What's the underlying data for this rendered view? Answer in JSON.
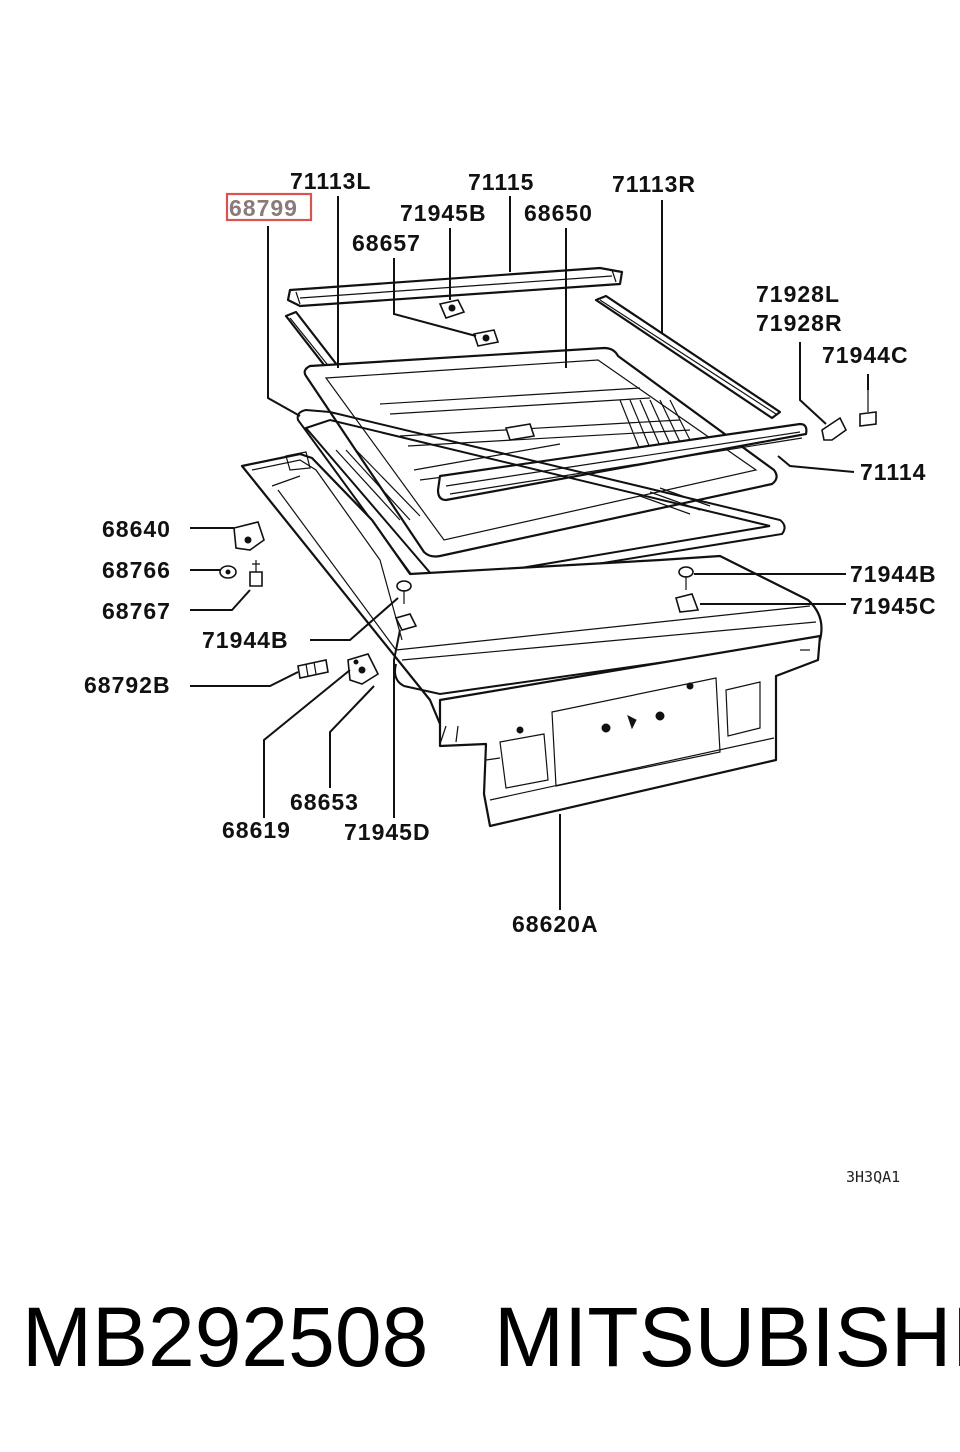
{
  "labels": {
    "l68799": "68799",
    "l71113L": "71113L",
    "l71115": "71115",
    "l71113R": "71113R",
    "l71945B": "71945B",
    "l68650": "68650",
    "l68657": "68657",
    "l71928L": "71928L",
    "l71928R": "71928R",
    "l71944C": "71944C",
    "l71114": "71114",
    "l68640": "68640",
    "l68766": "68766",
    "l68767": "68767",
    "l71944B_left": "71944B",
    "l71944B_right": "71944B",
    "l71945C": "71945C",
    "l68792B": "68792B",
    "l68653": "68653",
    "l68619": "68619",
    "l71945D": "71945D",
    "l68620A": "68620A"
  },
  "highlighted_label": "68799",
  "highlight_color": "#d9534f",
  "diagram_code": "3H3QA1",
  "footer": {
    "part_number": "MB292508",
    "brand": "MITSUBISHI"
  }
}
